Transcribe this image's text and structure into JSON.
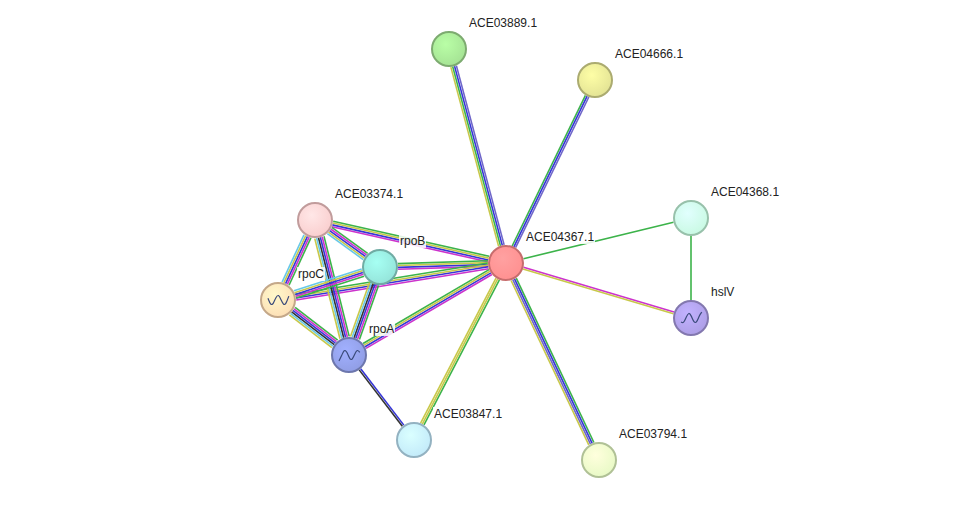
{
  "diagram": {
    "nodes": [
      {
        "text": [
          "ACE03889.1"
        ]
      },
      {
        "text": [
          "ACE04666.1"
        ]
      },
      {
        "text": [
          "ACE03374.1"
        ]
      },
      {
        "text": [
          "rpoB"
        ]
      },
      {
        "text": [
          "ACE04367.1"
        ]
      },
      {
        "text": [
          "ACE04368.1"
        ]
      },
      {
        "text": [
          "rpoC"
        ]
      },
      {
        "text": [
          "hslV"
        ]
      },
      {
        "text": [
          "rpoA"
        ]
      },
      {
        "text": [
          "ACE03847.1"
        ]
      },
      {
        "text": [
          "ACE03794.1"
        ]
      }
    ],
    "edges": [
      {
        "from": 4,
        "to": 0,
        "arrow": "none"
      },
      {
        "from": 4,
        "to": 1,
        "arrow": "none"
      },
      {
        "from": 4,
        "to": 2,
        "arrow": "none"
      },
      {
        "from": 4,
        "to": 3,
        "arrow": "none"
      },
      {
        "from": 4,
        "to": 5,
        "arrow": "none"
      },
      {
        "from": 4,
        "to": 6,
        "arrow": "none"
      },
      {
        "from": 4,
        "to": 7,
        "arrow": "none"
      },
      {
        "from": 4,
        "to": 8,
        "arrow": "none"
      },
      {
        "from": 4,
        "to": 9,
        "arrow": "none"
      },
      {
        "from": 4,
        "to": 10,
        "arrow": "none"
      },
      {
        "from": 8,
        "to": 9,
        "arrow": "none"
      },
      {
        "from": 5,
        "to": 7,
        "arrow": "none"
      },
      {
        "from": 2,
        "to": 3,
        "arrow": "none"
      },
      {
        "from": 2,
        "to": 6,
        "arrow": "none"
      },
      {
        "from": 2,
        "to": 8,
        "arrow": "none"
      },
      {
        "from": 3,
        "to": 6,
        "arrow": "none"
      },
      {
        "from": 3,
        "to": 8,
        "arrow": "none"
      },
      {
        "from": 6,
        "to": 8,
        "arrow": "none"
      }
    ]
  }
}
